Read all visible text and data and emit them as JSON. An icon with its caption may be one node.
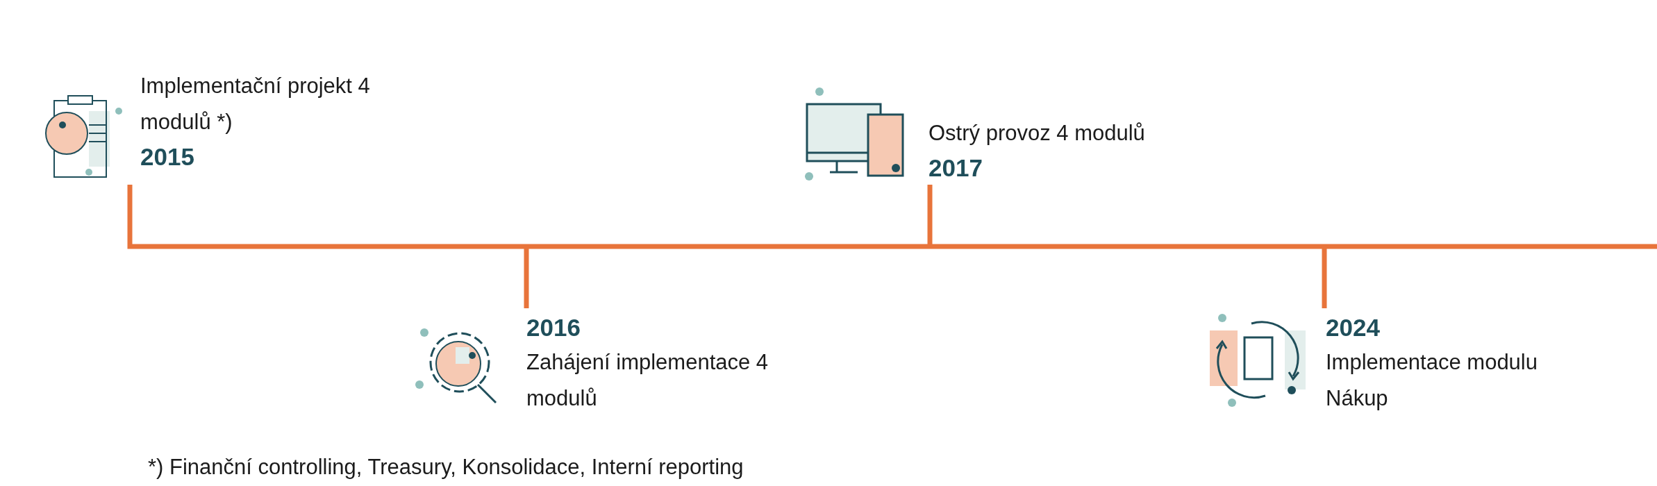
{
  "diagram": {
    "nodes": [
      {
        "text": [
          "Implementační projekt 4 modulů *)",
          "2015"
        ]
      },
      {
        "text": [
          "2016",
          "Zahájení implementace 4 modulů"
        ]
      },
      {
        "text": [
          "Ostrý provoz 4 modulů",
          "2017"
        ]
      },
      {
        "text": [
          "2024",
          "Implementace modulu Nákup"
        ]
      }
    ],
    "edges": [],
    "labels": [
      "*) Finanční controlling, Treasury, Konsolidace, Interní reporting"
    ]
  }
}
